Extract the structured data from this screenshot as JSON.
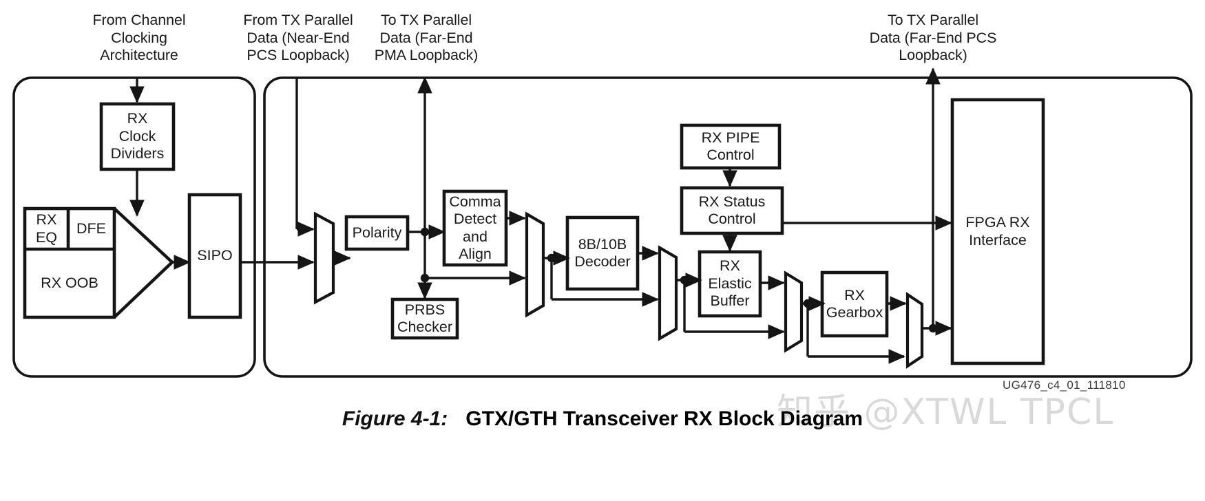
{
  "figure": {
    "number": "Figure 4-1:",
    "title": "GTX/GTH Transceiver RX Block Diagram",
    "doc_id": "UG476_c4_01_111810",
    "watermark": "知乎 @XTWL TPCL"
  },
  "top_labels": [
    {
      "id": "from-channel-clocking",
      "text": "From Channel\nClocking\nArchitecture"
    },
    {
      "id": "from-tx-parallel-near-end",
      "text": "From TX Parallel\nData (Near-End\nPCS Loopback)"
    },
    {
      "id": "to-tx-parallel-far-end-pma",
      "text": "To TX Parallel\nData (Far-End\nPMA Loopback)"
    },
    {
      "id": "to-tx-parallel-far-end-pcs",
      "text": "To TX Parallel\nData (Far-End PCS\nLoopback)"
    }
  ],
  "pma_blocks": [
    {
      "id": "rx-clock-dividers",
      "text": "RX\nClock\nDividers"
    },
    {
      "id": "rx-eq",
      "text": "RX\nEQ"
    },
    {
      "id": "dfe",
      "text": "DFE"
    },
    {
      "id": "rx-oob",
      "text": "RX OOB"
    },
    {
      "id": "sipo",
      "text": "SIPO"
    }
  ],
  "pcs_blocks": [
    {
      "id": "polarity",
      "text": "Polarity"
    },
    {
      "id": "comma-detect-and-align",
      "text": "Comma\nDetect\nand\nAlign"
    },
    {
      "id": "prbs-checker",
      "text": "PRBS\nChecker"
    },
    {
      "id": "decoder-8b10b",
      "text": "8B/10B\nDecoder"
    },
    {
      "id": "rx-pipe-control",
      "text": "RX PIPE\nControl"
    },
    {
      "id": "rx-status-control",
      "text": "RX Status\nControl"
    },
    {
      "id": "rx-elastic-buffer",
      "text": "RX\nElastic\nBuffer"
    },
    {
      "id": "rx-gearbox",
      "text": "RX\nGearbox"
    },
    {
      "id": "fpga-rx-interface",
      "text": "FPGA RX\nInterface"
    }
  ],
  "colors": {
    "line": "#151515",
    "text": "#1a1a1a",
    "background": "#ffffff",
    "watermark": "#d9d9d9"
  },
  "diagram_meta": {
    "type": "block-diagram",
    "container_count": 2,
    "mux_count": 5
  }
}
